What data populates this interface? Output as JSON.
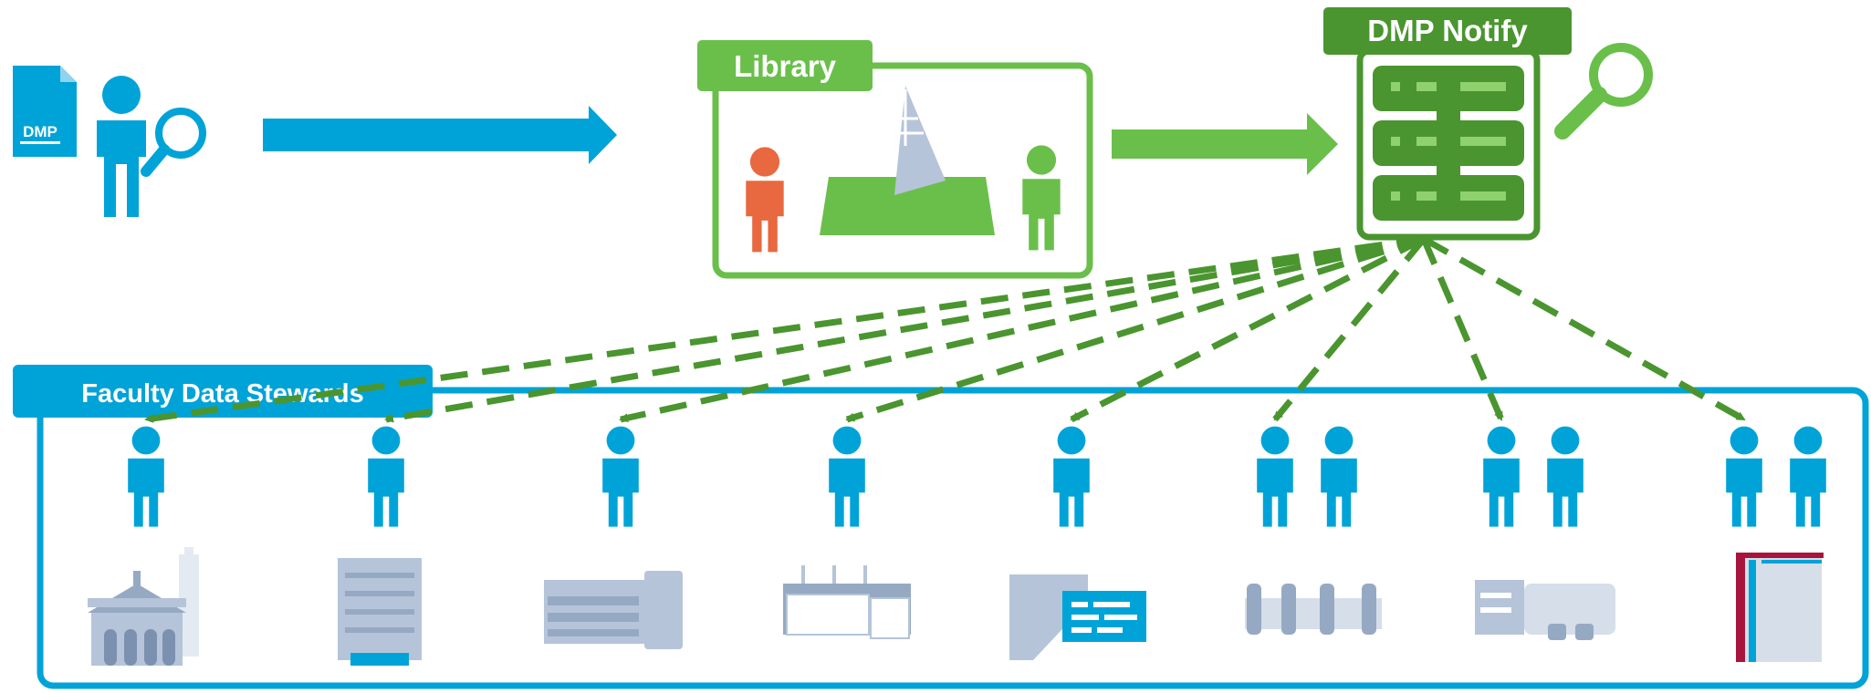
{
  "colors": {
    "blue": "#00a3d7",
    "green_light": "#6abf4b",
    "green_dark": "#4a952f",
    "orange": "#e8683f",
    "slate": "#b5c4d9",
    "slate_dark": "#96a9c3",
    "crimson": "#a8153c"
  },
  "dmp_doc": {
    "label": "DMP",
    "icon": "document-icon"
  },
  "library": {
    "title": "Library"
  },
  "notify": {
    "title": "DMP Notify",
    "icon": "server-stack-icon"
  },
  "faculty": {
    "title": "Faculty Data Stewards",
    "groups": [
      {
        "people": 1,
        "building_icon": "heritage-building-icon"
      },
      {
        "people": 1,
        "building_icon": "tower-building-icon"
      },
      {
        "people": 1,
        "building_icon": "office-building-icon"
      },
      {
        "people": 1,
        "building_icon": "campus-building-icon"
      },
      {
        "people": 1,
        "building_icon": "modern-building-icon"
      },
      {
        "people": 2,
        "building_icon": "colonnade-building-icon"
      },
      {
        "people": 2,
        "building_icon": "lab-building-icon"
      },
      {
        "people": 2,
        "building_icon": "tall-building-icon"
      }
    ]
  }
}
